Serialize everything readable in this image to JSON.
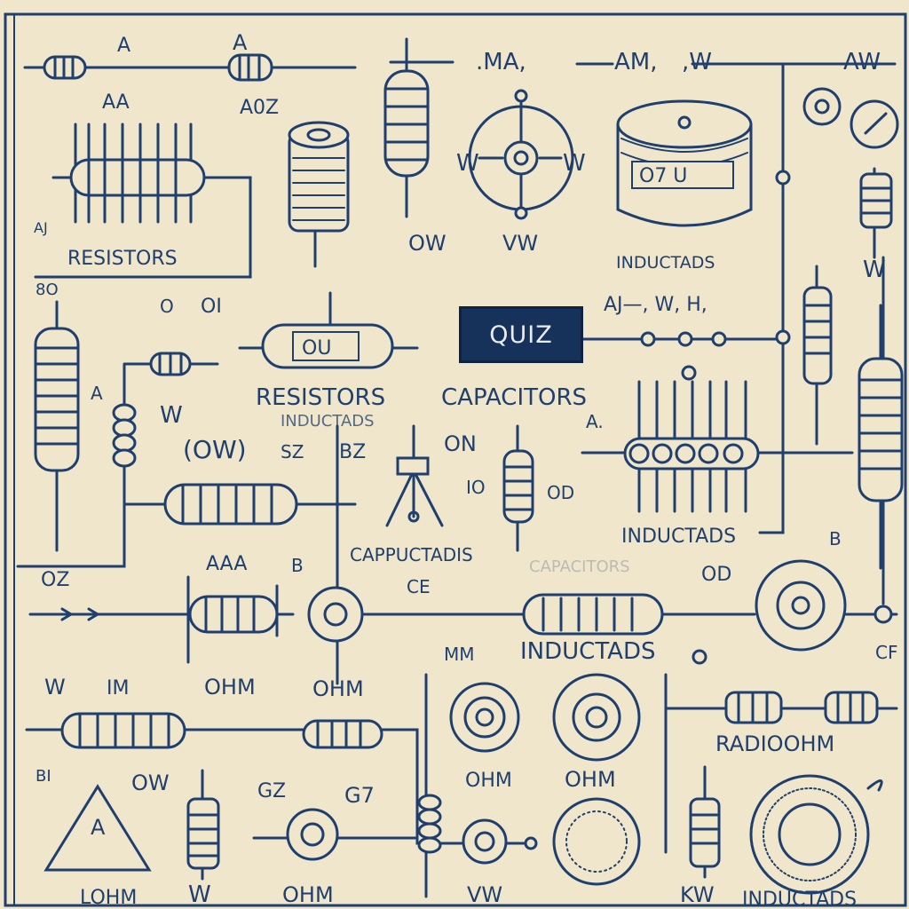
{
  "colors": {
    "paper": "#efe6cc",
    "ink": "#1f3f6e",
    "quiz_bg": "#17325a"
  },
  "quiz_button": {
    "label": "QUIZ"
  },
  "labels": {
    "a_top": "A",
    "a_top2": "A",
    "aa": "AA",
    "a02": "A0Z",
    "ma": ".MA,",
    "am": "AM,",
    "w_top": ",W",
    "aw": "AW",
    "aj": "AJ",
    "resistors_1": "RESISTORS",
    "ow_1": "OW",
    "vw_1": "VW",
    "inductads_1": "INDUCTADS",
    "w_right": "W",
    "ho": "8O",
    "o_1": "O",
    "oi": "OI",
    "a_jwh": "AJ—, W, H,",
    "resistors_2": "RESISTORS",
    "inductads_2": "INDUCTADS",
    "capacitors": "CAPACITORS",
    "a_mid": "A",
    "w_mid": "W",
    "ow_paren": "(OW)",
    "sz": "SZ",
    "bz": "BZ",
    "on": "ON",
    "io": "IO",
    "od": "OD",
    "a_right": "A.",
    "inductads_3": "INDUCTADS",
    "cappuctadis": "CAPPUCTADIS",
    "capacitors_faint": "CAPACITORS",
    "oz": "OZ",
    "aaa": "AAA",
    "b_1": "B",
    "ce": "CE",
    "od_2": "OD",
    "b_right": "B",
    "mm": "MM",
    "inductads_4": "INDUCTADS",
    "cf": "CF",
    "w_low": "W",
    "im": "IM",
    "ohm_1": "OHM",
    "ohm_2": "OHM",
    "ohm_3": "OHM",
    "ohm_4": "OHM",
    "radioohm": "RADIOOHM",
    "bi": "BI",
    "ow_2": "OW",
    "gz": "GZ",
    "g7": "G7",
    "a_triangle": "A",
    "lohm": "LOHM",
    "w_bottom": "W",
    "ohm_bottom": "OHM",
    "vw_bottom": "VW",
    "kw": "KW",
    "inductads_bottom": "INDUCTADS",
    "r_inner": "OU",
    "reading": "O7 U"
  }
}
